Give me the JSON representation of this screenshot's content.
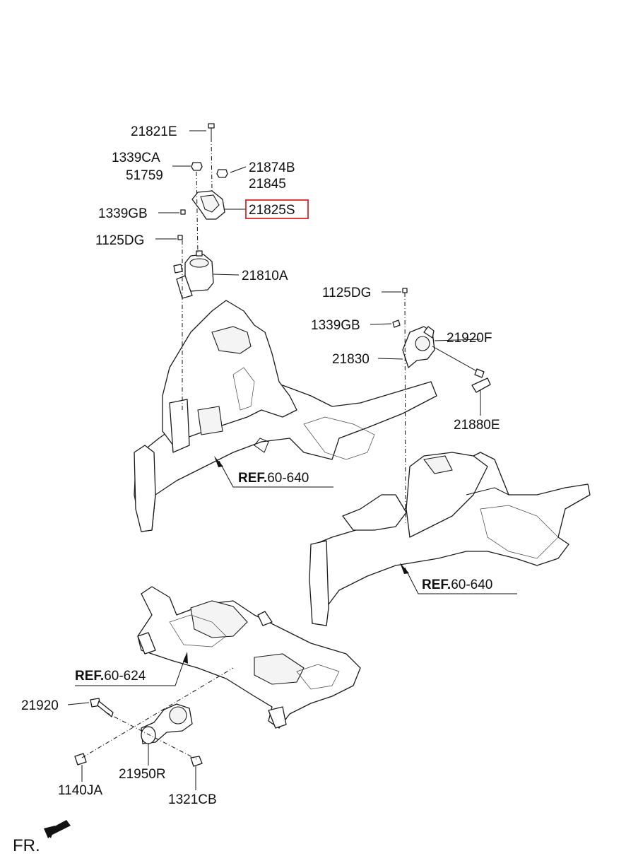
{
  "labels": {
    "p21821E": "21821E",
    "p1339CA": "1339CA",
    "p51759": "51759",
    "p21874B": "21874B",
    "p21845": "21845",
    "p21825S": "21825S",
    "p1339GB_a": "1339GB",
    "p1125DG_a": "1125DG",
    "p21810A": "21810A",
    "p1125DG_b": "1125DG",
    "p1339GB_b": "1339GB",
    "p21920F": "21920F",
    "p21830": "21830",
    "p21880E": "21880E",
    "p21920": "21920",
    "p1140JA": "1140JA",
    "p21950R": "21950R",
    "p1321CB": "1321CB",
    "fr": "FR."
  },
  "refs": [
    {
      "prefix": "REF.",
      "code": "60-640"
    },
    {
      "prefix": "REF.",
      "code": "60-640"
    },
    {
      "prefix": "REF.",
      "code": "60-624"
    }
  ],
  "highlight": {
    "part": "21825S",
    "color": "#d9262c"
  }
}
